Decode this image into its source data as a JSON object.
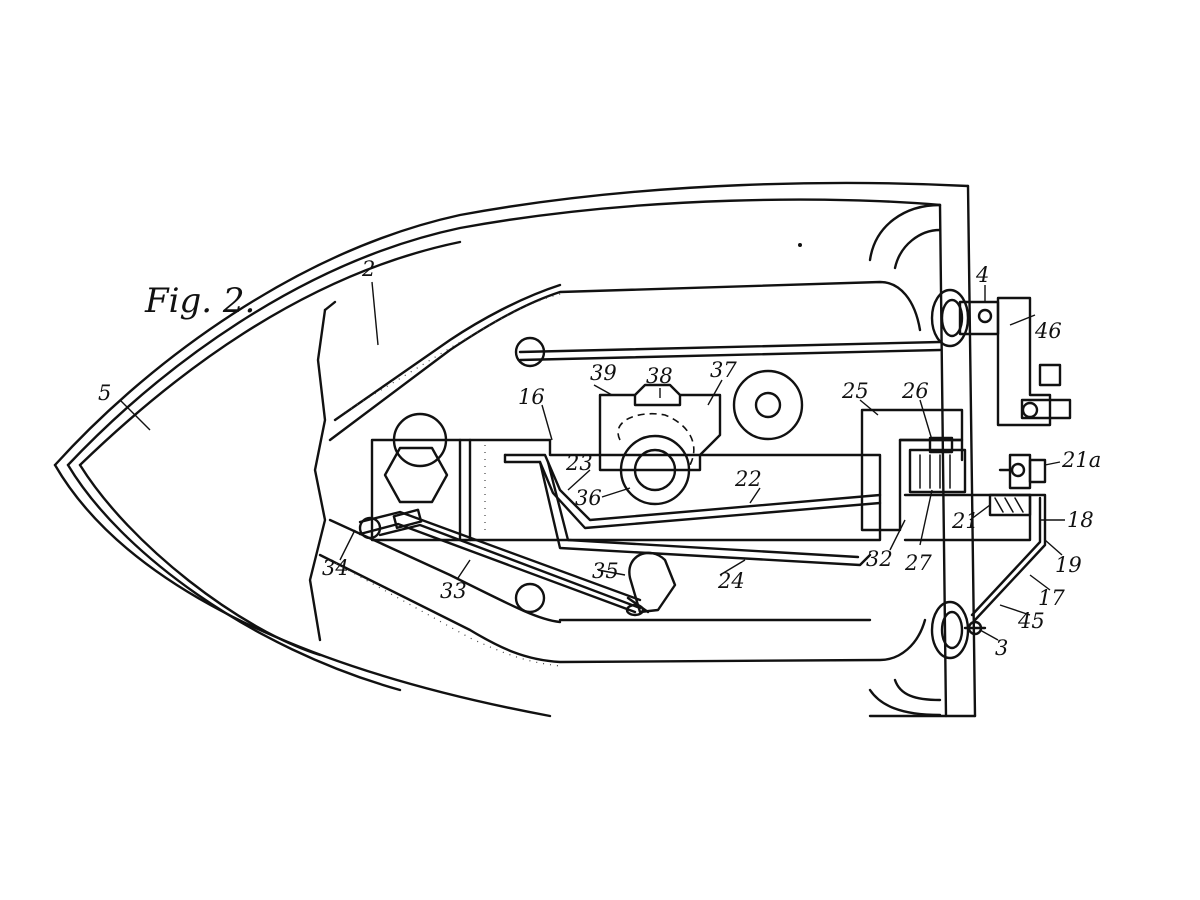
{
  "figure": {
    "label": "Fig. 2."
  },
  "reference_numerals": {
    "n2": "2",
    "n3": "3",
    "n4": "4",
    "n5": "5",
    "n16": "16",
    "n17": "17",
    "n18": "18",
    "n19": "19",
    "n21": "21",
    "n21a": "21a",
    "n22": "22",
    "n23": "23",
    "n24": "24",
    "n25": "25",
    "n26": "26",
    "n27": "27",
    "n32": "32",
    "n33": "33",
    "n34": "34",
    "n35": "35",
    "n36": "36",
    "n37": "37",
    "n38": "38",
    "n39": "39",
    "n45": "45",
    "n46": "46"
  }
}
